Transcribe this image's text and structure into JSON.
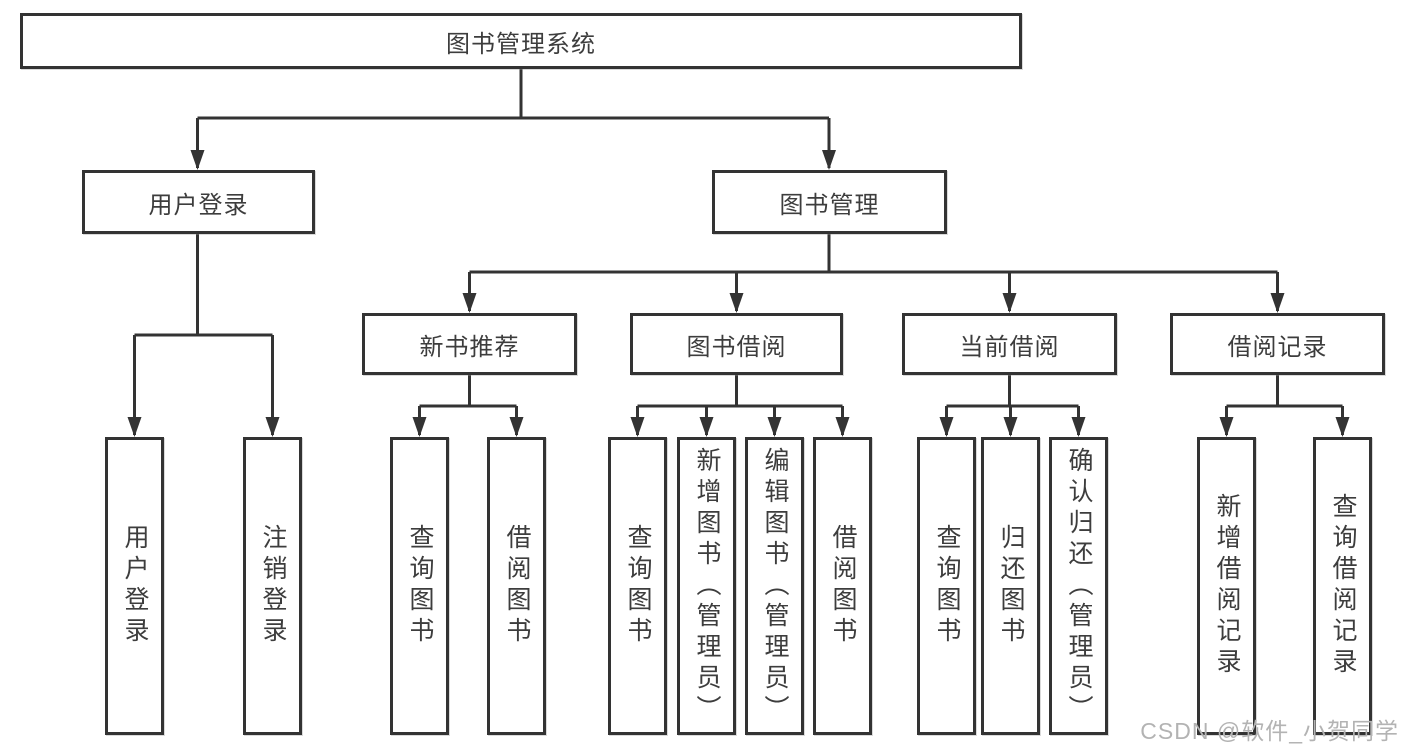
{
  "tree": {
    "root": {
      "label": "图书管理系统"
    },
    "children": [
      {
        "label": "用户登录",
        "children": [
          {
            "label": "用户登录"
          },
          {
            "label": "注销登录"
          }
        ]
      },
      {
        "label": "图书管理",
        "children": [
          {
            "label": "新书推荐",
            "children": [
              {
                "label": "查询图书"
              },
              {
                "label": "借阅图书"
              }
            ]
          },
          {
            "label": "图书借阅",
            "children": [
              {
                "label": "查询图书"
              },
              {
                "label": "新增图书（管理员）"
              },
              {
                "label": "编辑图书（管理员）"
              },
              {
                "label": "借阅图书"
              }
            ]
          },
          {
            "label": "当前借阅",
            "children": [
              {
                "label": "查询图书"
              },
              {
                "label": "归还图书"
              },
              {
                "label": "确认归还（管理员）"
              }
            ]
          },
          {
            "label": "借阅记录",
            "children": [
              {
                "label": "新增借阅记录"
              },
              {
                "label": "查询借阅记录"
              }
            ]
          }
        ]
      }
    ]
  },
  "watermark": {
    "text": "CSDN @软件_小贺同学"
  },
  "colors": {
    "line": "#333333",
    "text": "#3d3d3d",
    "watermark": "#b3b3b3",
    "background": "#ffffff"
  }
}
